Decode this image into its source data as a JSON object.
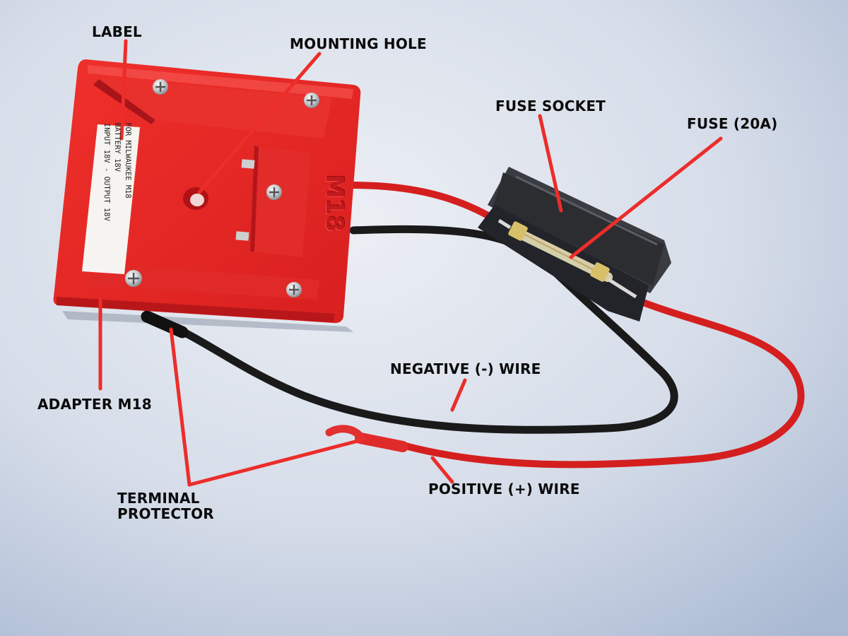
{
  "photo": {
    "background": "#c9d3e4",
    "accent_red": "#ec2d2a",
    "wire_red": "#d51f1f",
    "wire_black": "#1a1a1a",
    "fuse_holder": "#2d2f33"
  },
  "sticker_lines": [
    "FOR MILWAUKEE M18",
    "BATTERY 18V",
    "INPUT 18V - OUTPUT 18V"
  ],
  "emboss_text": "M18",
  "callouts": [
    {
      "id": "label",
      "text": "LABEL"
    },
    {
      "id": "mounting-hole",
      "text": "MOUNTING HOLE"
    },
    {
      "id": "fuse-socket",
      "text": "FUSE SOCKET"
    },
    {
      "id": "fuse",
      "text": "FUSE (20A)"
    },
    {
      "id": "negative-wire",
      "text": "NEGATIVE (-) WIRE"
    },
    {
      "id": "adapter",
      "text": "ADAPTER M18"
    },
    {
      "id": "terminal-protector",
      "text": "TERMINAL\nPROTECTOR"
    },
    {
      "id": "positive-wire",
      "text": "POSITIVE (+) WIRE"
    }
  ]
}
